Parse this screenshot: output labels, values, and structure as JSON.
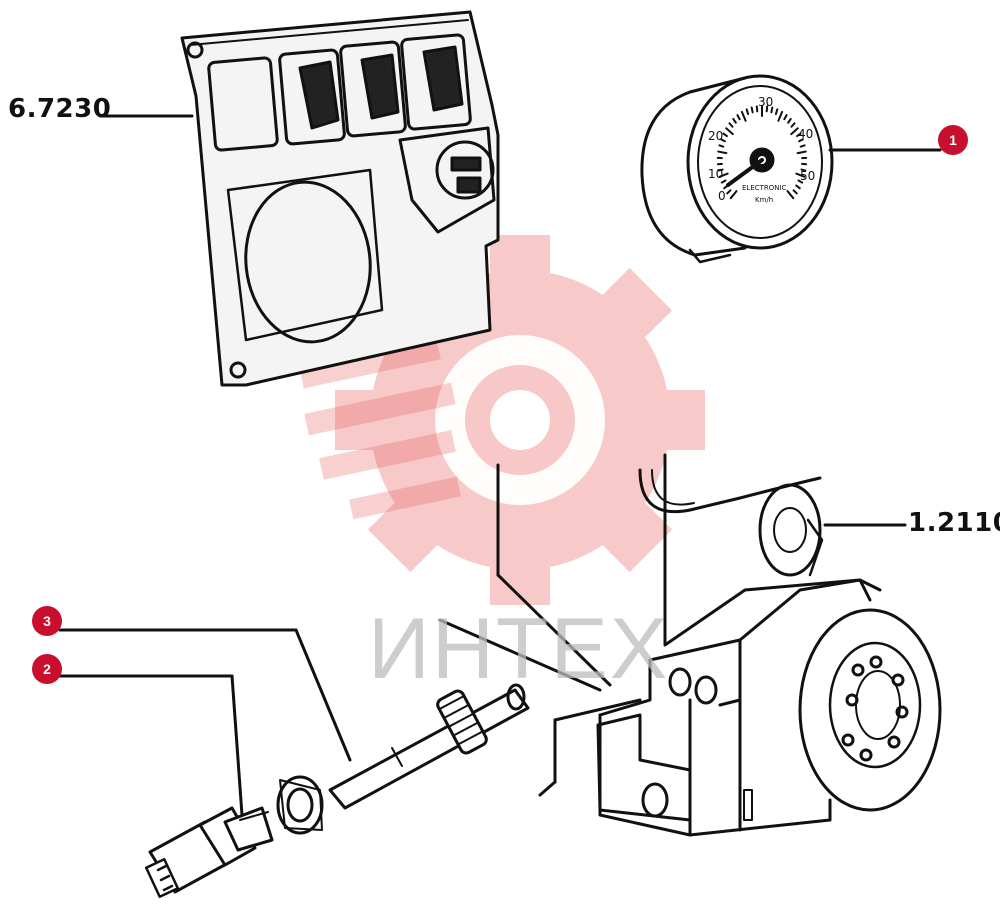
{
  "diagram": {
    "reference_labels": {
      "dash_panel": "6.7230",
      "sensor_line": "1.2110"
    },
    "callouts": [
      {
        "number": "1",
        "part": "speedometer"
      },
      {
        "number": "2",
        "part": "sender-connector"
      },
      {
        "number": "3",
        "part": "drive-shaft"
      }
    ],
    "gauge_face": {
      "scale_marks": [
        "0",
        "10",
        "20",
        "30",
        "40",
        "50"
      ],
      "brand": "ELECTRONIC",
      "unit": "Km/h"
    },
    "watermark": {
      "text": "ИНТЕХ"
    },
    "colors": {
      "callout_fill": "#c8102e",
      "line_color": "#111111",
      "watermark_gear": "#e85a5a",
      "watermark_text": "#bdbdbd"
    }
  }
}
